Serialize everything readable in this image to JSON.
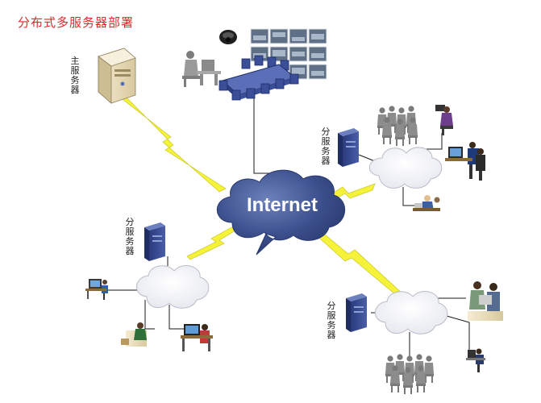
{
  "title": "分布式多服务器部署",
  "main_server_label": "主服务器",
  "sub_server_label": "分服务器",
  "internet_label": "Internet",
  "colors": {
    "title": "#e0282a",
    "internet_cloud": "#3b4f8c",
    "lightning": "#f5f23a",
    "server_blue": "#2b3f86",
    "network_line": "#1a1a1a"
  },
  "icons": [
    "main-server-tower-icon",
    "security-camera-icon",
    "video-wall-icon",
    "conference-table-icon",
    "operator-desk-icon",
    "sub-server-icon",
    "lan-cloud-icon",
    "lightning-link-icon",
    "user-workstation-icon",
    "people-group-icon"
  ]
}
